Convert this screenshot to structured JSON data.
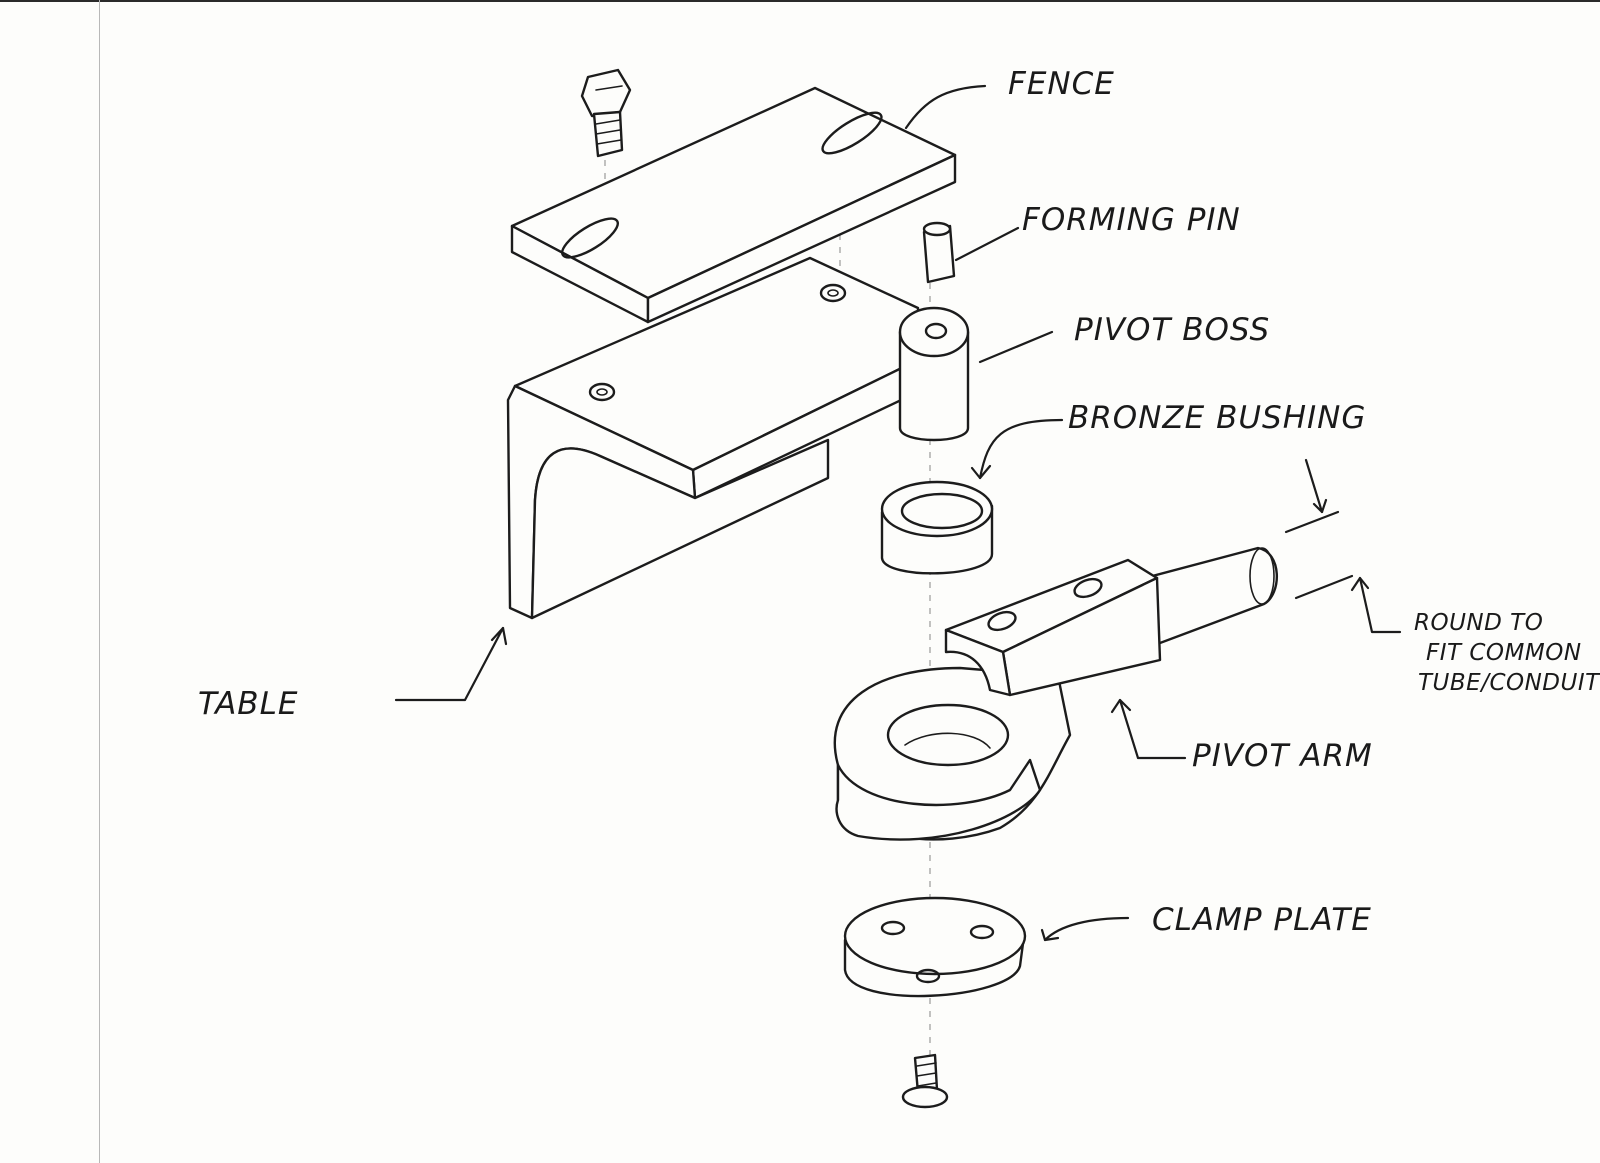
{
  "labels": {
    "fence": "FENCE",
    "forming_pin": "FORMING PIN",
    "pivot_boss": "PIVOT BOSS",
    "bronze_bushing": "BRONZE BUSHING",
    "round_note_line1": "ROUND TO",
    "round_note_line2": "FIT COMMON",
    "round_note_line3": "TUBE/CONDUIT",
    "table": "TABLE",
    "pivot_arm": "PIVOT ARM",
    "clamp_plate": "CLAMP PLATE"
  }
}
